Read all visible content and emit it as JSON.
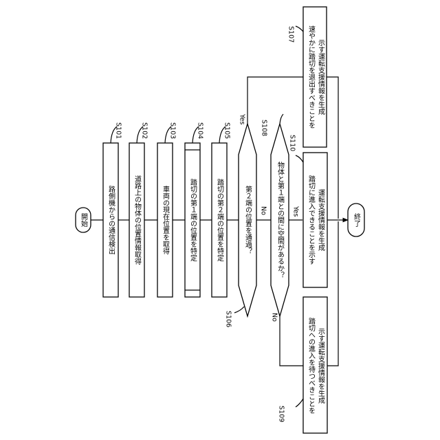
{
  "nodes": {
    "start": "開始",
    "s101": "路側機からの通信検出",
    "s102": "道路上の物体の位置情報取得",
    "s103": "車両の現在位置を取得",
    "s104": "踏切の第１端の位置を特定",
    "s105": "踏切の第２端の位置を特定",
    "s106": "第２端の位置を通過？",
    "s108": "物体と第１端との間に空間があるか？",
    "s107_line1": "速やかに踏切を退出すべきことを",
    "s107_line2": "示す運転支援情報を生成",
    "s110_line1": "踏切に進入できることを示す",
    "s110_line2": "運転支援情報を生成",
    "s109_line1": "踏切への進入を待つべきことを",
    "s109_line2": "示す運転支援情報を生成",
    "end": "終了"
  },
  "step_labels": {
    "s101": "S101",
    "s102": "S102",
    "s103": "S103",
    "s104": "S104",
    "s105": "S105",
    "s106": "S106",
    "s107": "S107",
    "s108": "S108",
    "s109": "S109",
    "s110": "S110"
  },
  "branch_labels": {
    "s106_yes": "Yes",
    "s106_no": "No",
    "s108_yes": "Yes",
    "s108_no": "No"
  }
}
